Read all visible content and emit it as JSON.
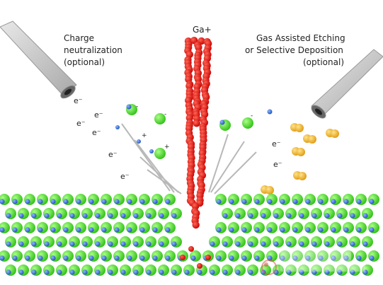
{
  "labels": {
    "ion": "Ga+",
    "left_title_1": "Charge",
    "left_title_2": "neutralization",
    "left_title_3": "(optional)",
    "right_title_1": "Gas Assisted Etching",
    "right_title_2": "or Selective Deposition",
    "right_title_3": "(optional)"
  },
  "electrons": [
    "e⁻",
    "e⁻",
    "e⁻",
    "e⁻",
    "e⁻",
    "e⁻",
    "e⁻",
    "e⁻"
  ],
  "charges": {
    "minus": "-",
    "plus": "+"
  },
  "colors": {
    "ion_beam": "#dd1111",
    "substrate_atom": "#44dd22",
    "substrate_core": "#2e6fd6",
    "gas_molecule": "#f2b51f",
    "electron_gun": "#c8c8c8"
  }
}
